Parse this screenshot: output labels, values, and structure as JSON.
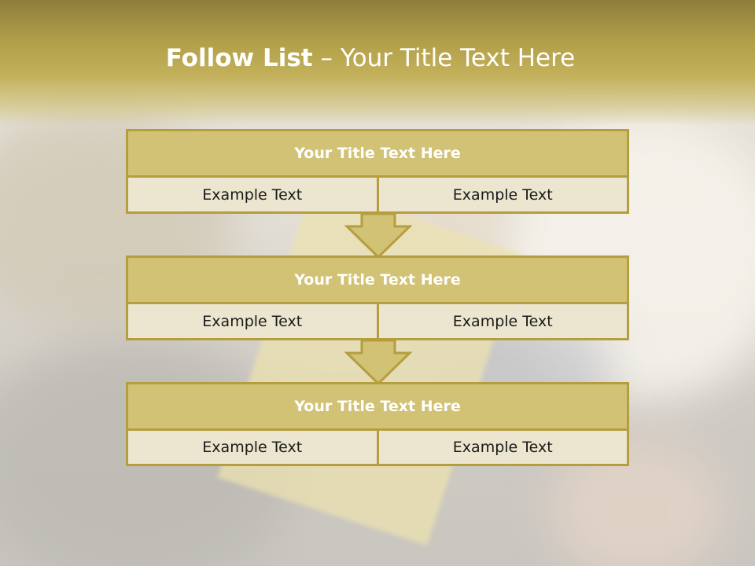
{
  "slide": {
    "title_bold": "Follow List",
    "title_rest": " – Your Title Text Here"
  },
  "colors": {
    "accent": "#b49e3f",
    "header_fill": "#d1c275",
    "cell_fill": "#ece5cf"
  },
  "blocks": [
    {
      "title": "Your Title Text Here",
      "left": "Example Text",
      "right": "Example Text"
    },
    {
      "title": "Your Title Text Here",
      "left": "Example Text",
      "right": "Example Text"
    },
    {
      "title": "Your Title Text Here",
      "left": "Example Text",
      "right": "Example Text"
    }
  ],
  "connectors": [
    "arrow-down-icon",
    "arrow-down-icon"
  ]
}
